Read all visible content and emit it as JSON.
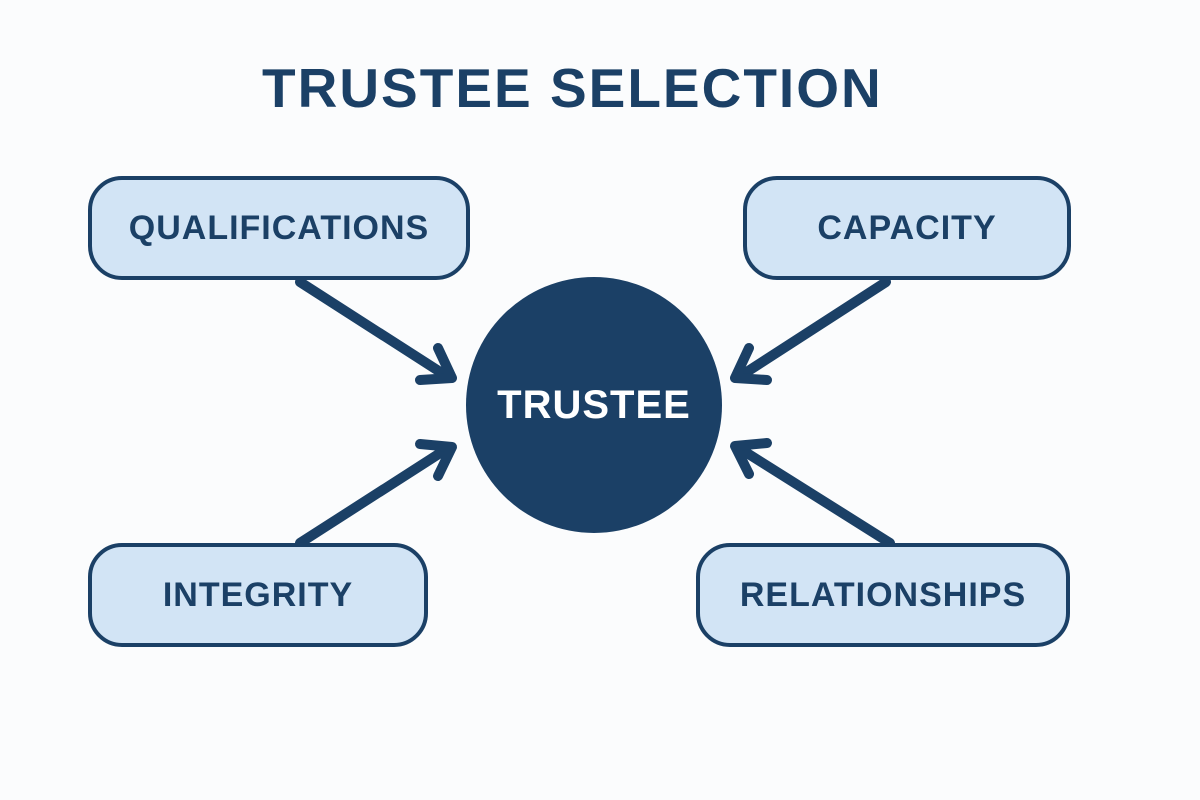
{
  "title": "TRUSTEE SELECTION",
  "center": {
    "label": "TRUSTEE"
  },
  "factors": {
    "qualifications": "QUALIFICATIONS",
    "capacity": "CAPACITY",
    "integrity": "INTEGRITY",
    "relationships": "RELATIONSHIPS"
  },
  "colors": {
    "primary": "#1b4066",
    "box_fill": "#d2e4f5",
    "background": "#fbfcfd",
    "center_text": "#ffffff"
  }
}
